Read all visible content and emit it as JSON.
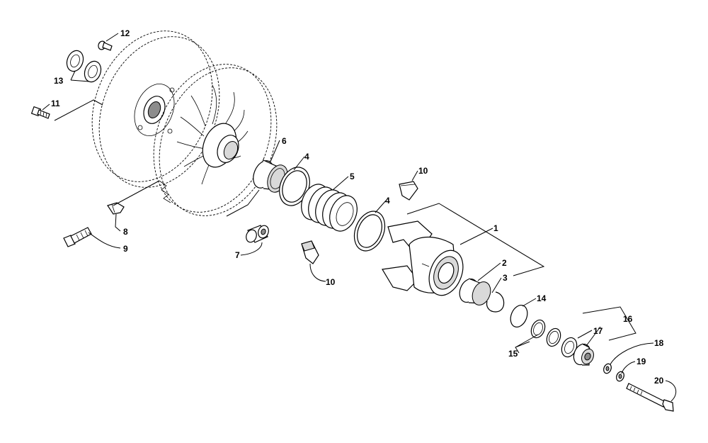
{
  "callouts": {
    "c1": "1",
    "c2": "2",
    "c3": "3",
    "c4a": "4",
    "c4b": "4",
    "c5": "5",
    "c6": "6",
    "c7": "7",
    "c8": "8",
    "c9": "9",
    "c10a": "10",
    "c10b": "10",
    "c11": "11",
    "c12": "12",
    "c13": "13",
    "c14": "14",
    "c15": "15",
    "c16": "16",
    "c17": "17",
    "c18": "18",
    "c19": "19",
    "c20": "20"
  }
}
